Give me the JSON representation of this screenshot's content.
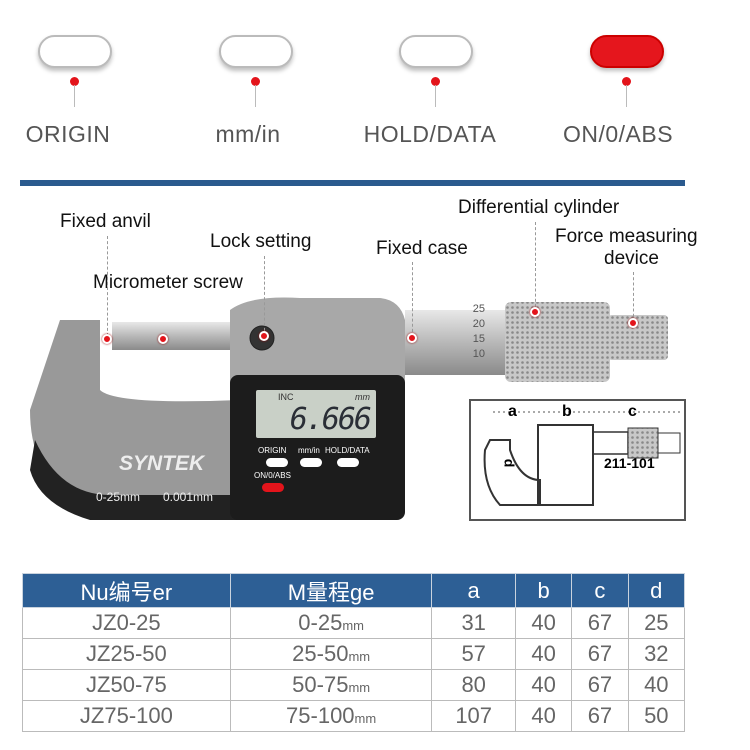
{
  "buttons": [
    {
      "label": "ORIGIN",
      "color": "#ffffff"
    },
    {
      "label": "mm/in",
      "color": "#ffffff"
    },
    {
      "label": "HOLD/DATA",
      "color": "#ffffff"
    },
    {
      "label": "ON/0/ABS",
      "color": "#e5161d"
    }
  ],
  "accent": "#2a5a8e",
  "callouts": {
    "fixed_anvil": "Fixed anvil",
    "lock_setting": "Lock setting",
    "micrometer_screw": "Micrometer screw",
    "fixed_case": "Fixed case",
    "differential_cylinder": "Differential cylinder",
    "force_line1": "Force measuring",
    "force_line2": "device"
  },
  "device": {
    "brand": "SYNTEK",
    "display_mode": "INC",
    "display_unit": "mm",
    "display_value": "6.666",
    "btn_origin": "ORIGIN",
    "btn_unit": "mm/in",
    "btn_hold": "HOLD/DATA",
    "btn_on": "ON/0/ABS",
    "range": "0-25mm",
    "resolution": "0.001mm",
    "scale": [
      "25",
      "20",
      "15",
      "10"
    ]
  },
  "diagram": {
    "a": "a",
    "b": "b",
    "c": "c",
    "d": "d",
    "model": "211-101"
  },
  "table": {
    "headers": [
      "Nu编号er",
      "M量程ge",
      "a",
      "b",
      "c",
      "d"
    ],
    "rows": [
      {
        "number": "JZ0-25",
        "range": "0-25",
        "unit": "mm",
        "a": "31",
        "b": "40",
        "c": "67",
        "d": "25"
      },
      {
        "number": "JZ25-50",
        "range": "25-50",
        "unit": "mm",
        "a": "57",
        "b": "40",
        "c": "67",
        "d": "32"
      },
      {
        "number": "JZ50-75",
        "range": "50-75",
        "unit": "mm",
        "a": "80",
        "b": "40",
        "c": "67",
        "d": "40"
      },
      {
        "number": "JZ75-100",
        "range": "75-100",
        "unit": "mm",
        "a": "107",
        "b": "40",
        "c": "67",
        "d": "50"
      }
    ]
  }
}
